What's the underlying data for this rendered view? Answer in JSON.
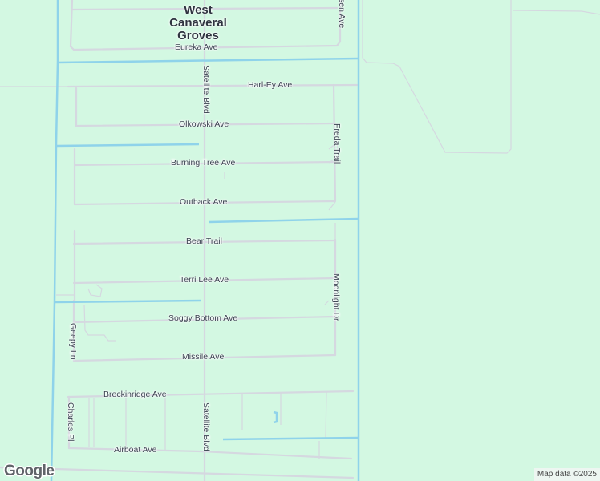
{
  "map": {
    "place_label": [
      "West",
      "Canaveral",
      "Groves"
    ],
    "colors": {
      "land": "#d3f8e2",
      "road": "#d5d8e0",
      "water": "#8fd3ea",
      "label": "#3c4452"
    },
    "streets": {
      "eureka": "Eureka Ave",
      "harley": "Harl-Ey Ave",
      "olkowski": "Olkowski Ave",
      "burning_tree": "Burning Tree Ave",
      "outback": "Outback Ave",
      "bear": "Bear Trail",
      "terri_lee": "Terri Lee Ave",
      "soggy_bottom": "Soggy Bottom Ave",
      "missile": "Missile Ave",
      "breckinridge": "Breckinridge Ave",
      "airboat": "Airboat Ave",
      "satellite_1": "Satellite Blvd",
      "satellite_2": "Satellite Blvd",
      "freda": "Freda Trail",
      "moonlight": "Moonlight Dr",
      "geepy": "Geepy Ln",
      "charles": "Charles Pl",
      "sen": "sen Ave"
    }
  },
  "footer": {
    "logo": "Google",
    "attribution": "Map data ©2025"
  }
}
